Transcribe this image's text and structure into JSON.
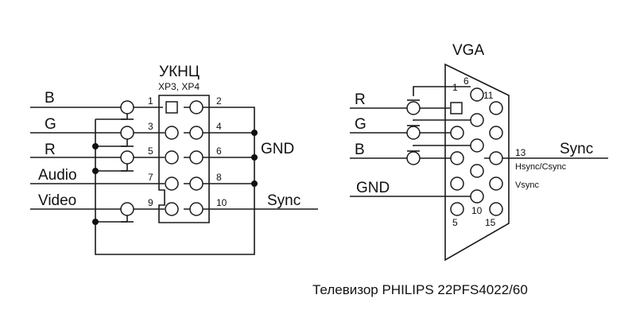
{
  "left_connector": {
    "title": "УКНЦ",
    "subtitle": "XP3, XP4",
    "signals": [
      "B",
      "G",
      "R",
      "Audio",
      "Video"
    ],
    "gnd_label": "GND",
    "sync_label": "Sync",
    "pins": [
      "1",
      "2",
      "3",
      "4",
      "5",
      "6",
      "7",
      "8",
      "9",
      "10"
    ]
  },
  "vga_connector": {
    "title": "VGA",
    "signals": [
      "R",
      "G",
      "B",
      "GND"
    ],
    "sync_label": "Sync",
    "pin_labels": {
      "p1": "1",
      "p6": "6",
      "p11": "11",
      "p13": "13",
      "p5": "5",
      "p10": "10",
      "p15": "15"
    },
    "hsync_label": "Hsync/Csync",
    "vsync_label": "Vsync"
  },
  "caption": "Телевизор PHILIPS 22PFS4022/60"
}
